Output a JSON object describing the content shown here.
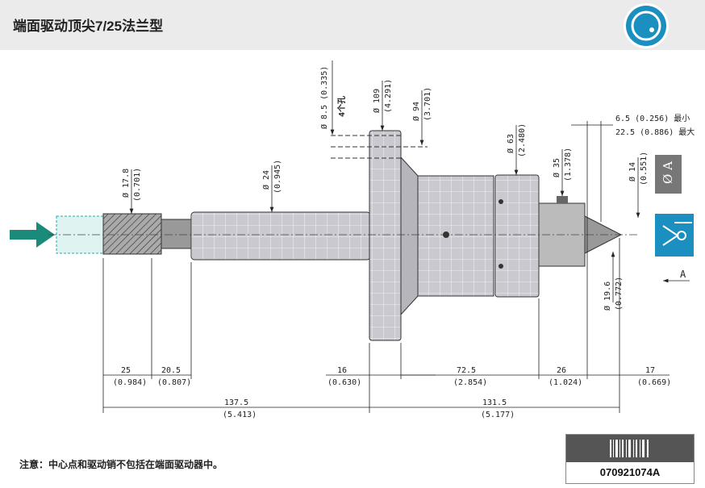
{
  "header": {
    "title": "端面驱动顶尖7/25法兰型",
    "logo_icon": "rotation-logo-icon",
    "accent": "#1a8fc0"
  },
  "dims": {
    "hole": "Ø 8.5 (0.335)",
    "hole_count": "4个孔",
    "d109": "Ø 109",
    "d109_in": "(4.291)",
    "d94": "Ø 94",
    "d94_in": "(3.701)",
    "d63": "Ø 63",
    "d63_in": "(2.480)",
    "d35": "Ø 35",
    "d35_in": "(1.378)",
    "d14": "Ø 14",
    "d14_in": "(0.551)",
    "d24": "Ø 24",
    "d24_in": "(0.945)",
    "d178": "Ø 17.8",
    "d178_in": "(0.701)",
    "d196": "Ø 19.6",
    "d196_in": "(0.772)",
    "min": "6.5 (0.256) 最小",
    "max": "22.5 (0.886) 最大",
    "l25": "25",
    "l25_in": "(0.984)",
    "l205": "20.5",
    "l205_in": "(0.807)",
    "l16": "16",
    "l16_in": "(0.630)",
    "l725": "72.5",
    "l725_in": "(2.854)",
    "l26": "26",
    "l26_in": "(1.024)",
    "l17": "17",
    "l17_in": "(0.669)",
    "l1375": "137.5",
    "l1375_in": "(5.413)",
    "l1315": "131.5",
    "l1315_in": "(5.177)"
  },
  "side": {
    "diameter_label": "Ø A",
    "view_label": "A",
    "view_icon": "eye-icon"
  },
  "note": "注意：中心点和驱动销不包括在端面驱动器中。",
  "part_number": "070921074A"
}
